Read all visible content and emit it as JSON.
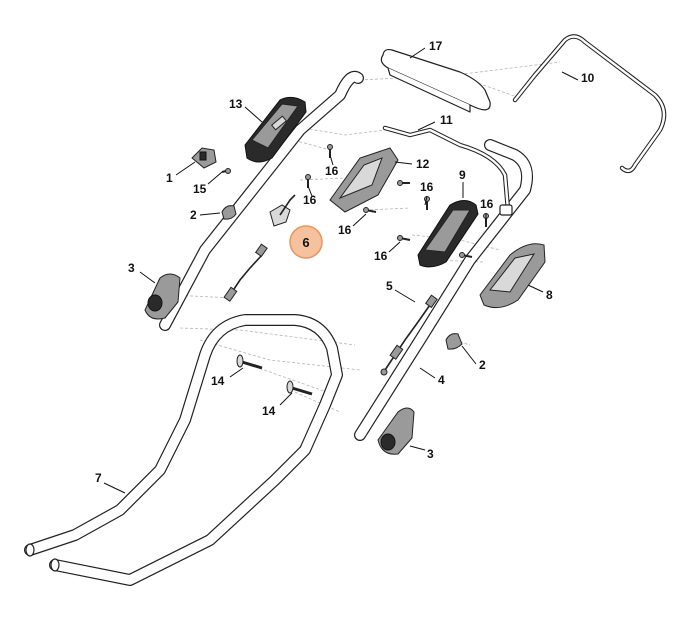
{
  "callouts": [
    {
      "id": "c17",
      "label": "17"
    },
    {
      "id": "c10",
      "label": "10"
    },
    {
      "id": "c13",
      "label": "13"
    },
    {
      "id": "c11",
      "label": "11"
    },
    {
      "id": "c12",
      "label": "12"
    },
    {
      "id": "c1",
      "label": "1"
    },
    {
      "id": "c15",
      "label": "15"
    },
    {
      "id": "c16a",
      "label": "16"
    },
    {
      "id": "c16b",
      "label": "16"
    },
    {
      "id": "c16c",
      "label": "16"
    },
    {
      "id": "c16d",
      "label": "16"
    },
    {
      "id": "c16e",
      "label": "16"
    },
    {
      "id": "c16f",
      "label": "16"
    },
    {
      "id": "c9",
      "label": "9"
    },
    {
      "id": "c2a",
      "label": "2"
    },
    {
      "id": "c2b",
      "label": "2"
    },
    {
      "id": "c3a",
      "label": "3"
    },
    {
      "id": "c3b",
      "label": "3"
    },
    {
      "id": "c8",
      "label": "8"
    },
    {
      "id": "c5",
      "label": "5"
    },
    {
      "id": "c4",
      "label": "4"
    },
    {
      "id": "c14a",
      "label": "14"
    },
    {
      "id": "c14b",
      "label": "14"
    },
    {
      "id": "c7",
      "label": "7"
    }
  ],
  "highlighted": {
    "label": "6",
    "highlight_color": "#f6c29d",
    "border_color": "#e8955a"
  }
}
